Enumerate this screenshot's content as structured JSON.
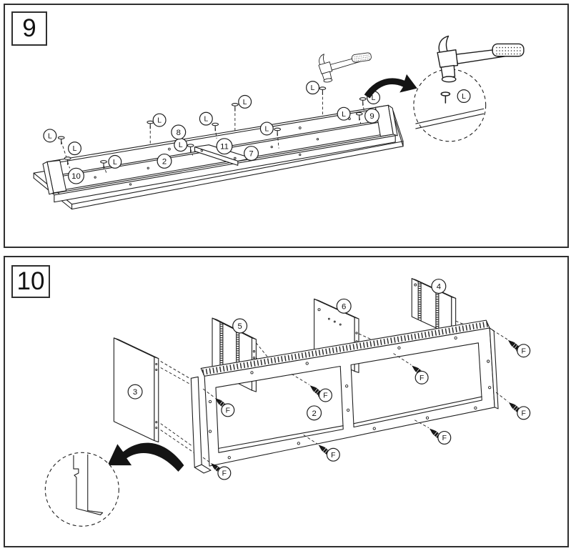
{
  "sheet": {
    "background": "#ffffff",
    "line_color": "#1d1d1d",
    "icons": [
      "hammer-icon",
      "nail-icon",
      "screw-icon",
      "zoom-detail-circle",
      "curved-arrow-icon",
      "notch-detail"
    ]
  },
  "steps": [
    {
      "number": "9",
      "hardware_letter": "L",
      "parts": {
        "frame_panel": "2",
        "front_rail": "7",
        "back_rail": "8",
        "end_panel": "9",
        "bottom_panel": "10",
        "divider_block": "11"
      },
      "detail": {
        "hardware_letter": "L"
      }
    },
    {
      "number": "10",
      "hardware_letter": "F",
      "parts": {
        "frame": "2",
        "left_side_panel": "3",
        "right_slide_panel": "4",
        "left_slide_panel": "5",
        "middle_back_panel": "6"
      }
    }
  ]
}
